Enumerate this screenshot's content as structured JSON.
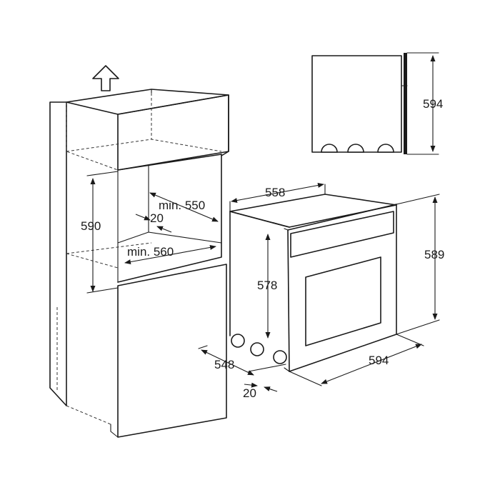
{
  "dimensions": {
    "niche_height": "590",
    "niche_depth_min": "min. 550",
    "niche_gap": "20",
    "niche_width_min": "min. 560",
    "side_height": "594",
    "oven_depth_top": "558",
    "oven_height_front": "589",
    "oven_body_height": "578",
    "oven_depth_bottom": "548",
    "oven_width": "594",
    "front_offset": "20"
  },
  "icons": {
    "ventilation": "up-arrow-icon"
  }
}
